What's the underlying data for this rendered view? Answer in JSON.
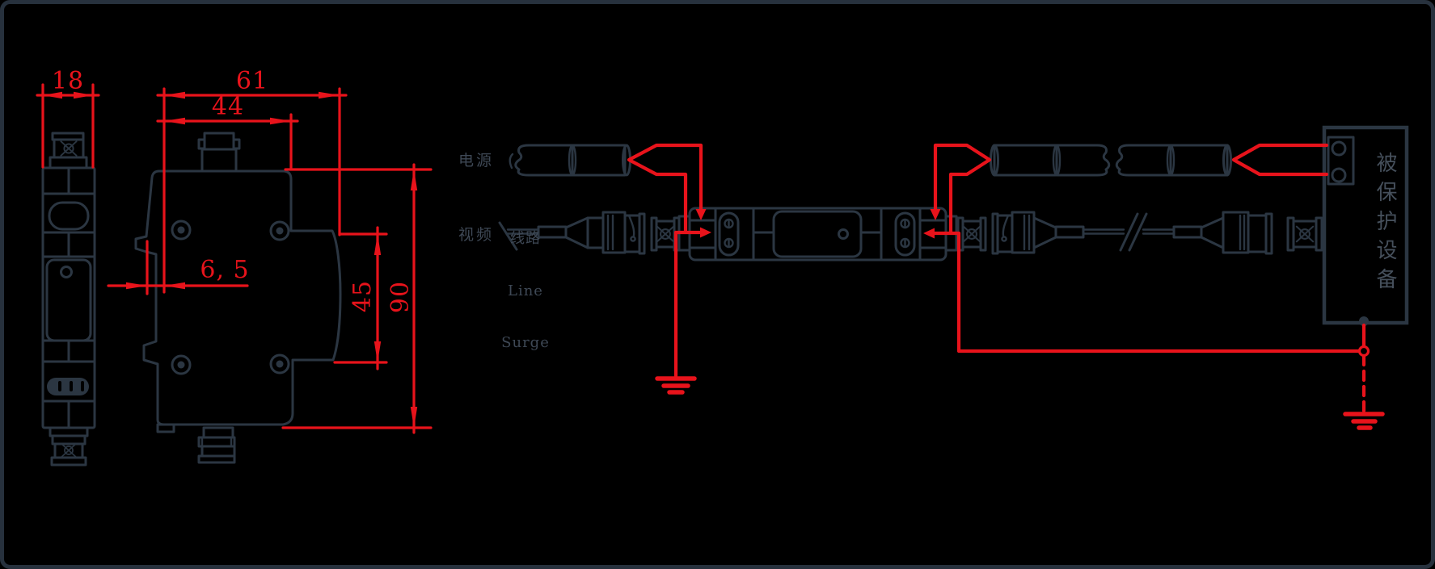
{
  "colors": {
    "background": "#000000",
    "frame": "#27313d",
    "line_art": "#2b3642",
    "label_text": "#3e4855",
    "dimension_red": "#e8131b"
  },
  "side_view": {
    "width_dim": "18"
  },
  "front_view": {
    "width_dim": "61",
    "mount_width_dim": "44",
    "edge_offset_dim": "6, 5",
    "mount_height_dim": "45",
    "height_dim": "90"
  },
  "wiring": {
    "power_label": "电源",
    "video_label": "视频",
    "line_surge_cn": "线路",
    "line_surge_en1": "Line",
    "line_surge_en2": "Surge",
    "protected_device_label": "被保护设备"
  }
}
